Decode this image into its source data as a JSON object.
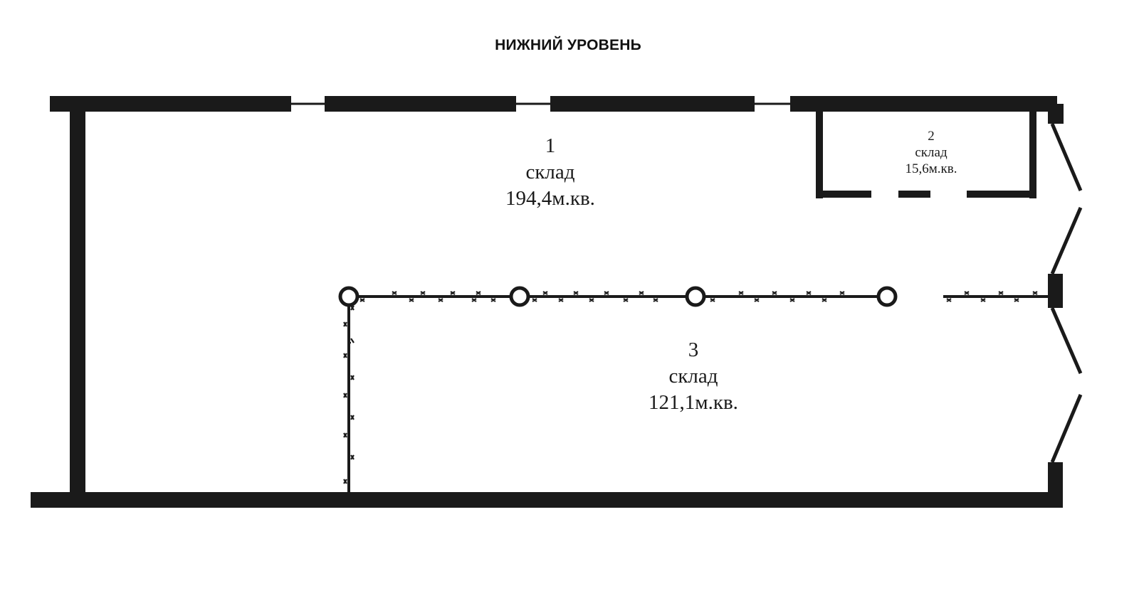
{
  "title": "НИЖНИЙ УРОВЕНЬ",
  "colors": {
    "wall": "#1a1a1a",
    "background": "#ffffff"
  },
  "rooms": [
    {
      "number": "1",
      "type": "склад",
      "area": "194,4м.кв."
    },
    {
      "number": "2",
      "type": "склад",
      "area": "15,6м.кв."
    },
    {
      "number": "3",
      "type": "склад",
      "area": "121,1м.кв."
    }
  ],
  "legend_icons": [
    "wall",
    "window",
    "door-swing",
    "column",
    "fence-partition"
  ]
}
